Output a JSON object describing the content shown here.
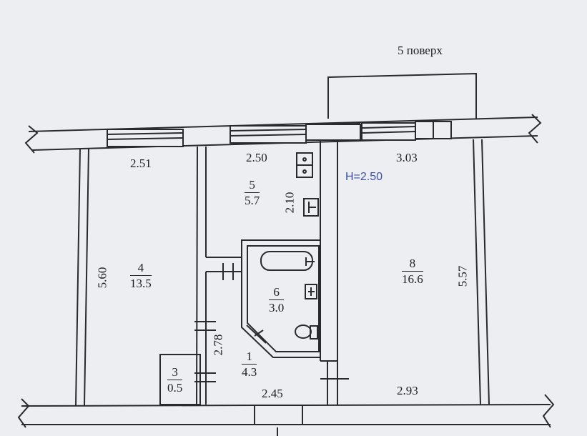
{
  "floor_label": "5 поверх",
  "ceiling_height": "H=2.50",
  "rooms": [
    {
      "id": "4",
      "number": "4",
      "area": "13.5"
    },
    {
      "id": "5",
      "number": "5",
      "area": "5.7"
    },
    {
      "id": "6",
      "number": "6",
      "area": "3.0"
    },
    {
      "id": "1",
      "number": "1",
      "area": "4.3"
    },
    {
      "id": "3",
      "number": "3",
      "area": "0.5"
    },
    {
      "id": "8",
      "number": "8",
      "area": "16.6"
    }
  ],
  "dimensions": {
    "room4_width": "2.51",
    "room4_length": "5.60",
    "room5_width": "2.50",
    "room5_length": "2.10",
    "room8_width_top": "3.03",
    "room8_length": "5.57",
    "room8_width_bottom": "2.93",
    "hall_length": "2.78",
    "hall_width": "2.45"
  },
  "colors": {
    "wall": "#2a2a2e",
    "paper": "#eceef2",
    "height_text": "#3d4fa8"
  }
}
